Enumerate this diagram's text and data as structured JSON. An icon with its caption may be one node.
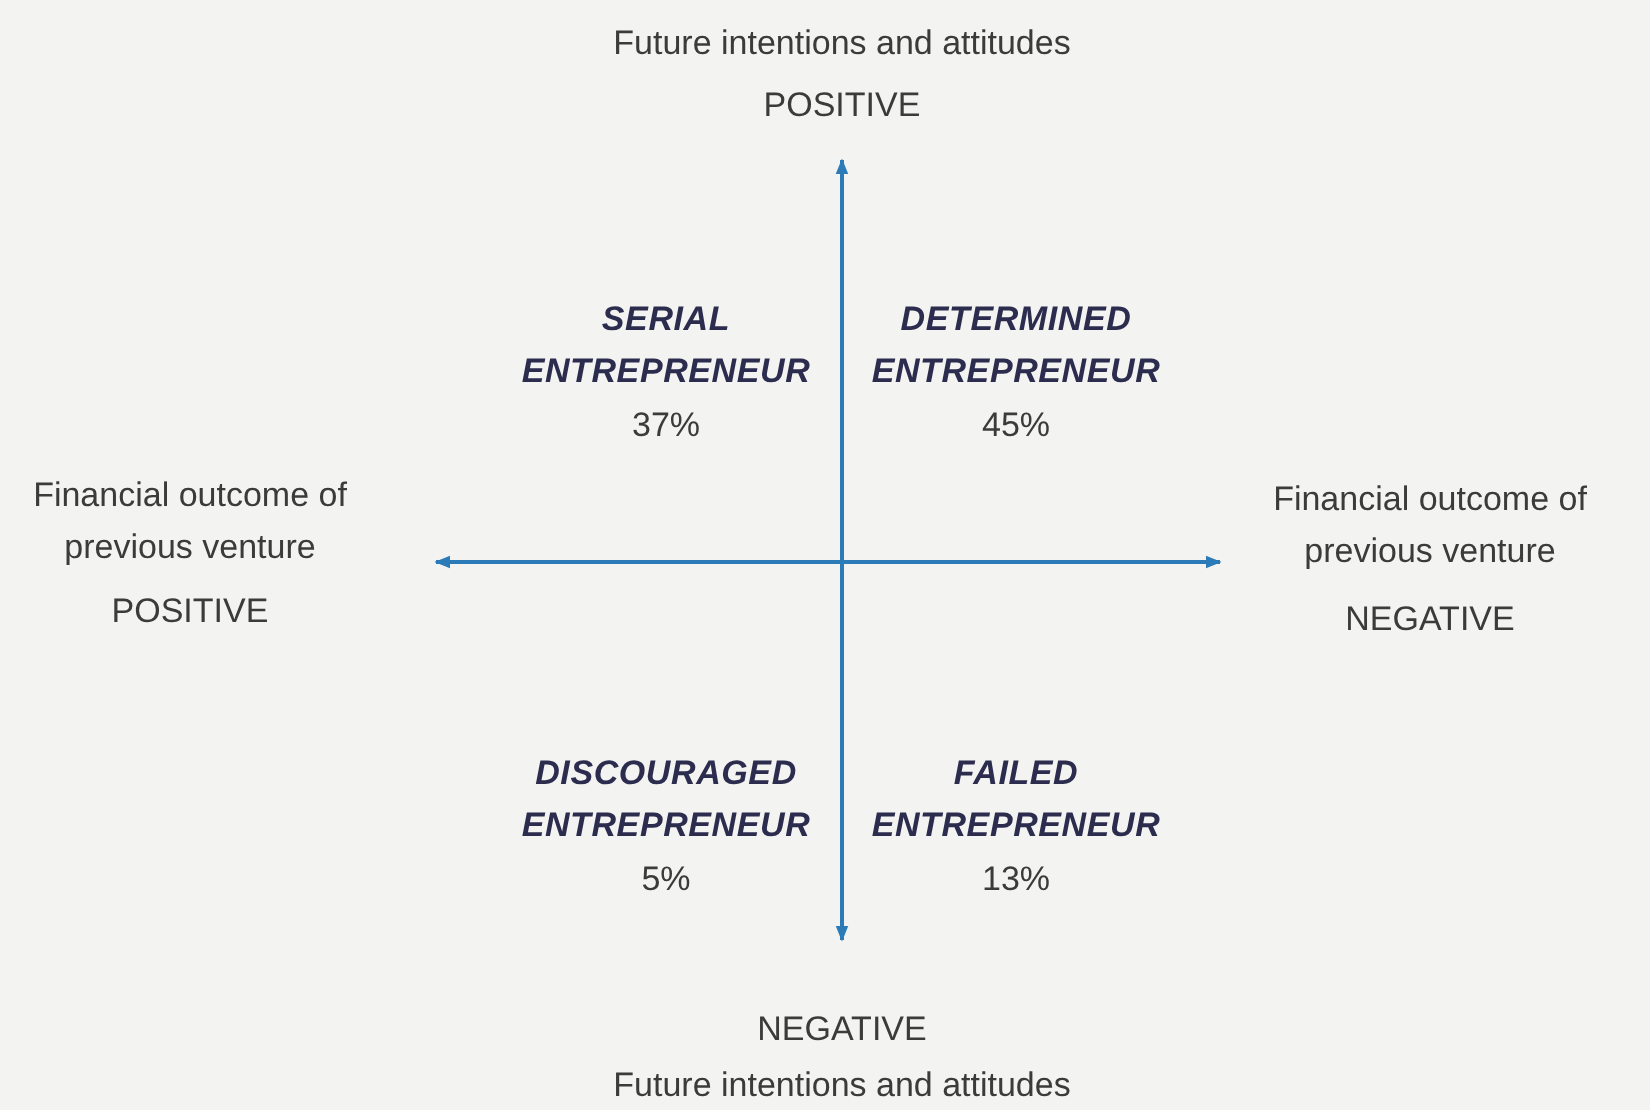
{
  "diagram": {
    "labels": [
      "Future intentions and attitudes",
      "POSITIVE",
      "SERIAL ENTREPRENEUR",
      "37%",
      "DETERMINED ENTREPRENEUR",
      "45%",
      "Financial outcome of previous venture",
      "POSITIVE",
      "Financial outcome of previous venture",
      "NEGATIVE",
      "DISCOURAGED ENTREPRENEUR",
      "5%",
      "FAILED ENTREPRENEUR",
      "13%",
      "NEGATIVE",
      "Future intentions and attitudes"
    ]
  }
}
